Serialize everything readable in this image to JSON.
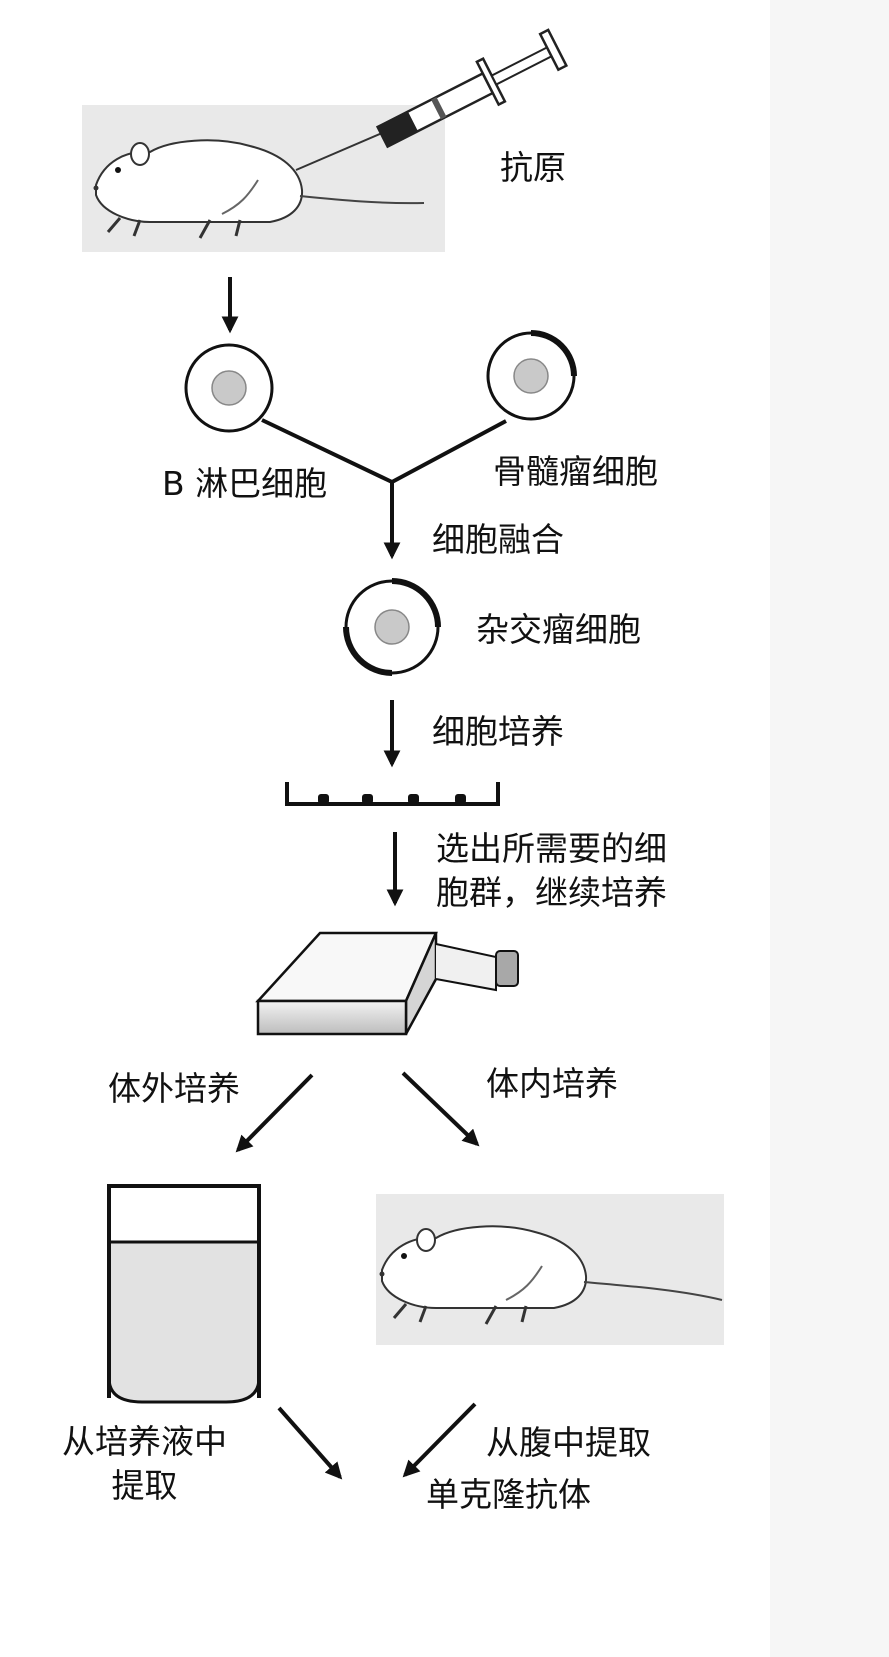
{
  "labels": {
    "antigen": "抗原",
    "b_lymphocyte": "B 淋巴细胞",
    "myeloma": "骨髓瘤细胞",
    "fusion": "细胞融合",
    "hybridoma": "杂交瘤细胞",
    "culture": "细胞培养",
    "select": "选出所需要的细\n胞群，继续培养",
    "in_vitro": "体外培养",
    "in_vivo": "体内培养",
    "from_medium": "从培养液中\n提取",
    "from_abdomen": "从腹中提取",
    "product": "单克隆抗体"
  },
  "icons": {
    "mouse_top": "mouse-icon",
    "syringe": "syringe-icon",
    "b_cell": "cell-icon",
    "myeloma_cell": "cell-icon",
    "hybrid_cell": "cell-icon",
    "plate": "culture-plate-icon",
    "flask": "culture-flask-icon",
    "beaker": "beaker-icon",
    "mouse_bottom": "mouse-icon"
  },
  "colors": {
    "ink": "#111111",
    "photo_bg": "#e9e9e9",
    "nucleus": "#c9c9c9",
    "liquid": "#e2e2e2"
  }
}
